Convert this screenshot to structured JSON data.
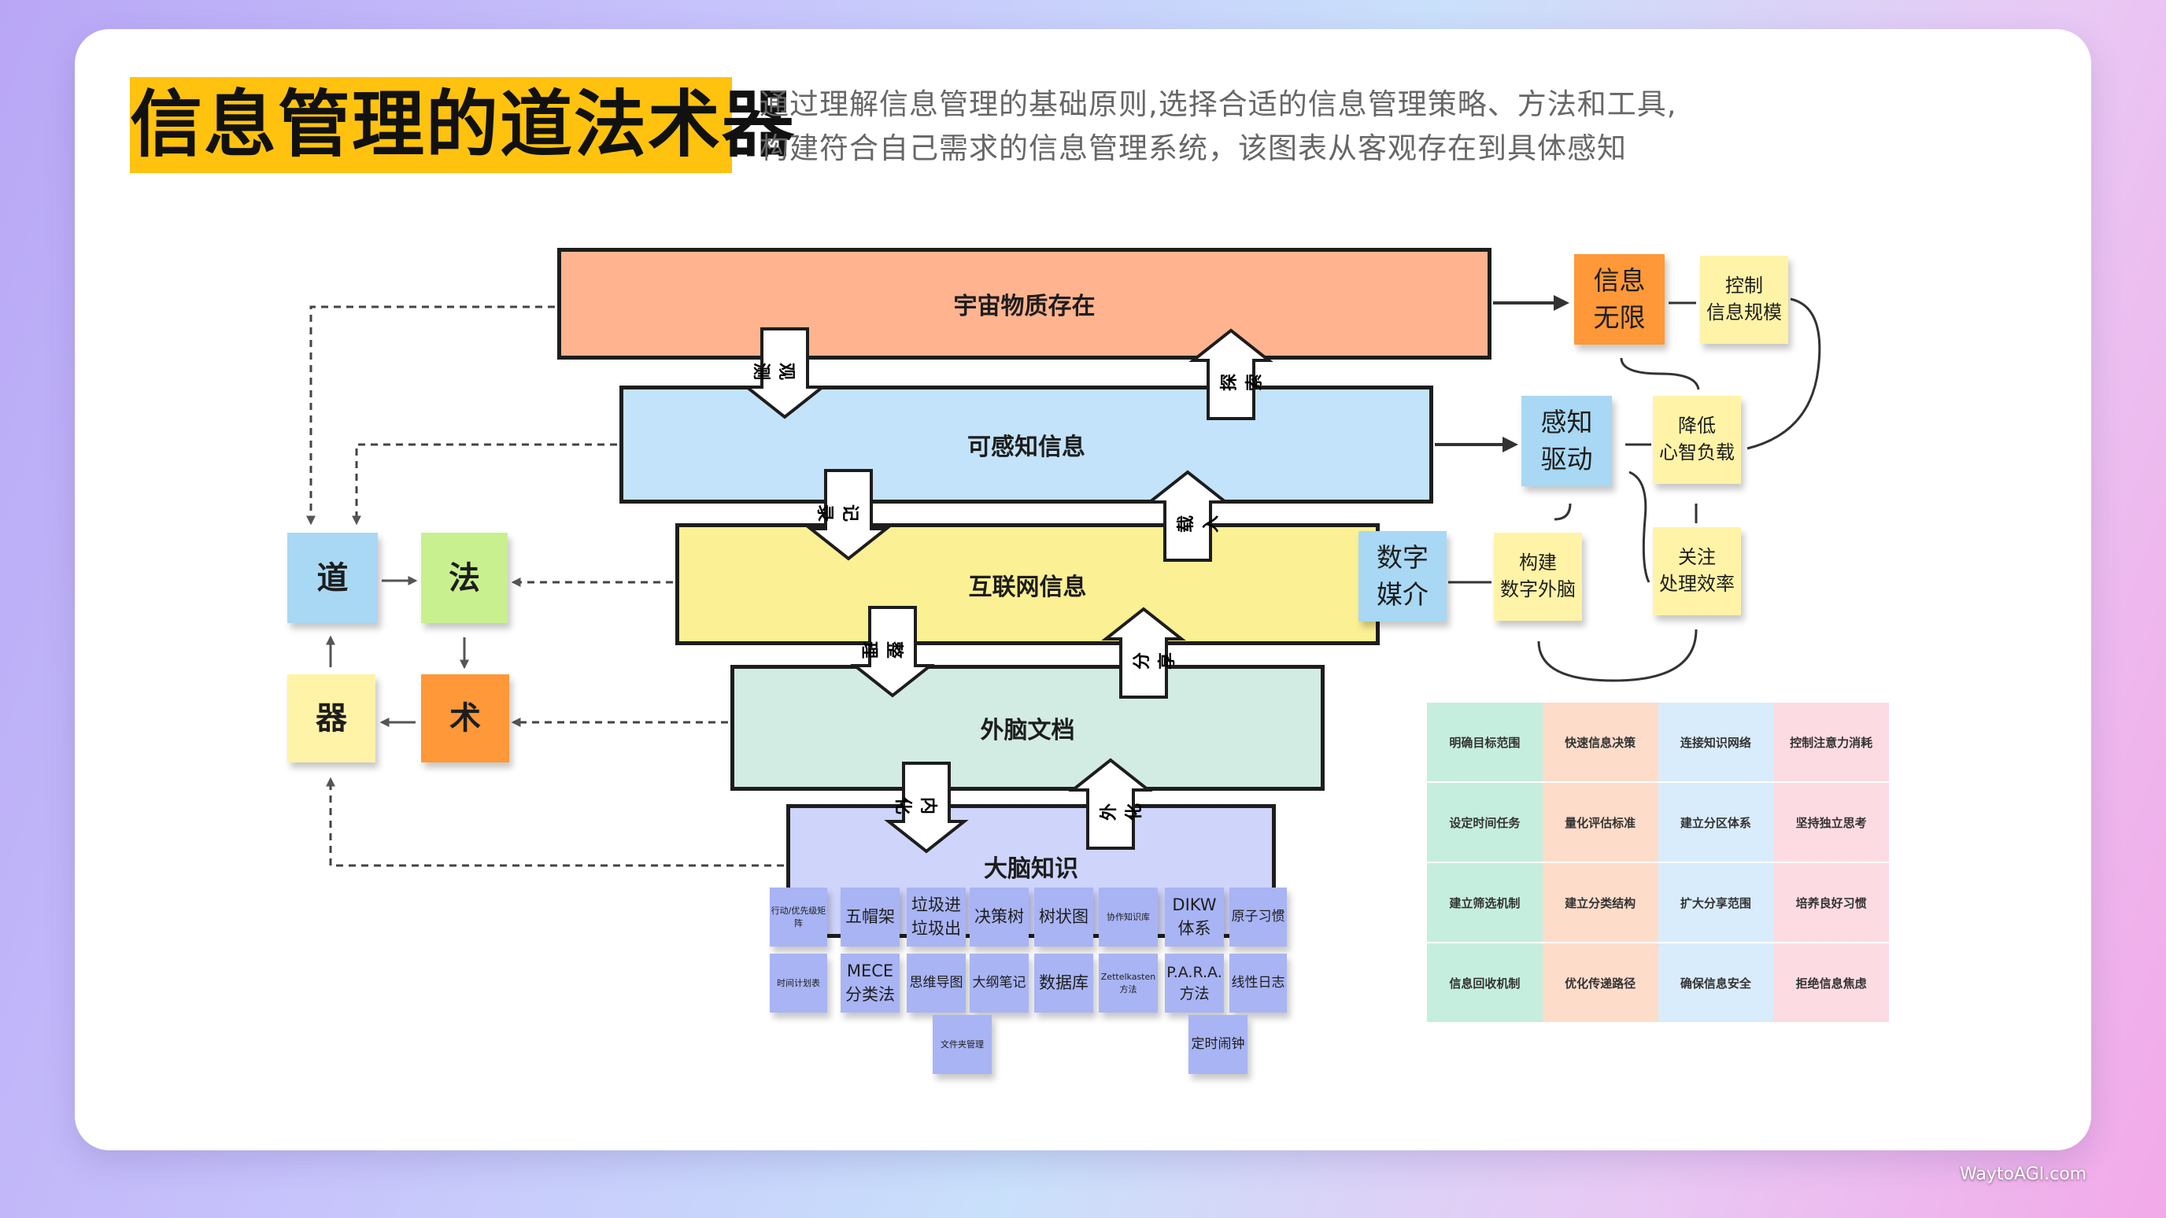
{
  "title": "信息管理的道法术器",
  "subtitle": {
    "line1": "通过理解信息管理的基础原则,选择合适的信息管理策略、方法和工具,",
    "line2": "构建符合自己需求的信息管理系统，该图表从客观存在到具体感知"
  },
  "layers": [
    "宇宙物质存在",
    "可感知信息",
    "互联网信息",
    "外脑文档",
    "大脑知识"
  ],
  "flow_down": [
    "观测",
    "记录",
    "整理",
    "内化"
  ],
  "flow_up": [
    "探索",
    "载入",
    "分享",
    "外化"
  ],
  "dao_fa_shu_qi": {
    "dao": "道",
    "fa": "法",
    "shu": "术",
    "qi": "器"
  },
  "right_notes": {
    "info_unlimited": "信息\n无限",
    "control_scale": "控制\n信息规模",
    "perception_drive": "感知\n驱动",
    "reduce_load": "降低\n心智负载",
    "focus_efficiency": "关注\n处理效率",
    "digital_media": "数字\n媒介",
    "build_brain": "构建\n数字外脑"
  },
  "tools": {
    "row1": [
      "行动/优先级矩阵",
      "五帽架",
      "垃圾进\n垃圾出",
      "决策树",
      "树状图",
      "协作知识库",
      "DIKW\n体系",
      "原子习惯"
    ],
    "row2": [
      "时间计划表",
      "MECE\n分类法",
      "思维导图",
      "大纲笔记",
      "数据库",
      "Zettelkasten\n方法",
      "P.A.R.A.\n方法",
      "线性日志"
    ],
    "row3": [
      "文件夹管理",
      "定时闹钟"
    ]
  },
  "principles_grid": [
    [
      "明确目标范围",
      "快速信息决策",
      "连接知识网络",
      "控制注意力消耗"
    ],
    [
      "设定时间任务",
      "量化评估标准",
      "建立分区体系",
      "坚持独立思考"
    ],
    [
      "建立筛选机制",
      "建立分类结构",
      "扩大分享范围",
      "培养良好习惯"
    ],
    [
      "信息回收机制",
      "优化传递路径",
      "确保信息安全",
      "拒绝信息焦虑"
    ]
  ],
  "watermark": "WaytoAGI.com",
  "colors": {
    "title_bg": "#ffc20e",
    "layer1": "#ffb48f",
    "layer2": "#c3e3fb",
    "layer3": "#fcf094",
    "layer4": "#d3ece3",
    "layer5": "#cfd4fb",
    "sticky_yellow": "#fff3a8",
    "sticky_orange": "#ff9838",
    "sticky_blue": "#a8d8f4",
    "sticky_green": "#c9f08f",
    "sticky_purple": "#a9b4f4"
  },
  "icons": [
    "arrow-down-icon",
    "arrow-up-icon",
    "arrow-right-icon",
    "arrow-left-icon"
  ]
}
